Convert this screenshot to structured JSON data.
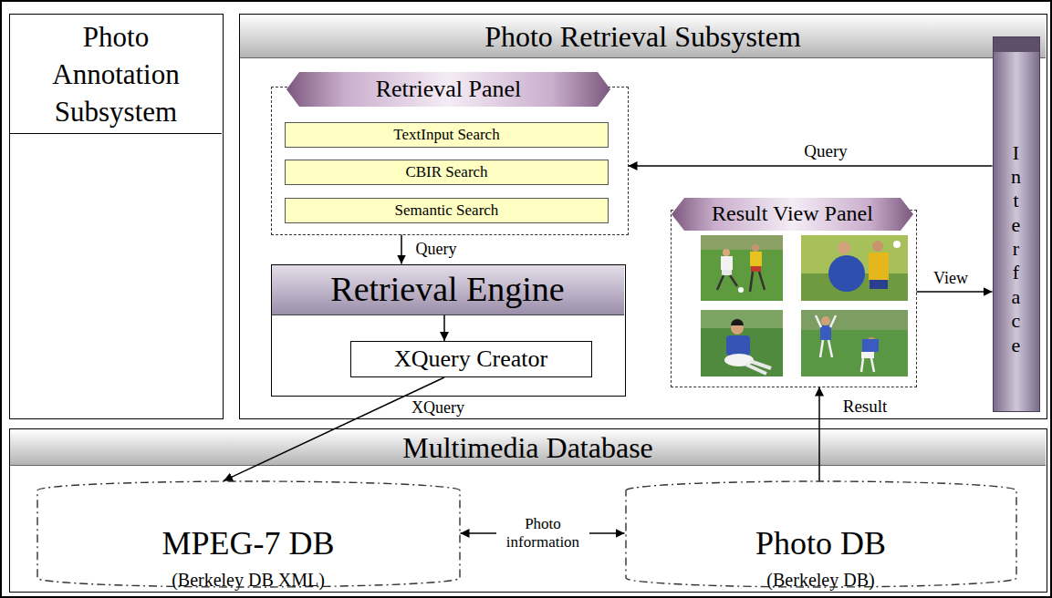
{
  "diagram": {
    "nodes": [
      {
        "text": [
          "Photo Annotation Subsystem"
        ]
      },
      {
        "text": [
          "Photo Retrieval Subsystem"
        ]
      },
      {
        "text": [
          "Retrieval Panel"
        ],
        "in": 1
      },
      {
        "text": [
          "TextInput Search"
        ],
        "in": 2
      },
      {
        "text": [
          "CBIR Search"
        ],
        "in": 2
      },
      {
        "text": [
          "Semantic Search"
        ],
        "in": 2
      },
      {
        "text": [
          "Retrieval Engine"
        ],
        "in": 1
      },
      {
        "text": [
          "XQuery Creator"
        ],
        "in": 6
      },
      {
        "text": [
          "Result View Panel"
        ],
        "in": 1
      },
      {
        "text": [
          "Interface"
        ],
        "in": 1
      },
      {
        "text": [
          "Multimedia Database"
        ]
      },
      {
        "text": [
          "MPEG-7 DB",
          "(Berkeley DB XML)"
        ],
        "in": 10
      },
      {
        "text": [
          "Photo DB",
          "(Berkeley DB)"
        ],
        "in": 10
      }
    ],
    "edges": [
      {
        "from": 9,
        "to": 2,
        "label": "Query",
        "arrow": "to"
      },
      {
        "from": 2,
        "to": 6,
        "label": "Query",
        "arrow": "to"
      },
      {
        "from": 6,
        "to": 7,
        "arrow": "to"
      },
      {
        "from": 7,
        "to": 11,
        "label": "XQuery",
        "arrow": "to"
      },
      {
        "from": 11,
        "to": 12,
        "label": "Photo information",
        "arrow": "both"
      },
      {
        "from": 12,
        "to": 8,
        "label": "Result",
        "arrow": "to"
      },
      {
        "from": 8,
        "to": 9,
        "label": "View",
        "arrow": "to"
      }
    ]
  }
}
